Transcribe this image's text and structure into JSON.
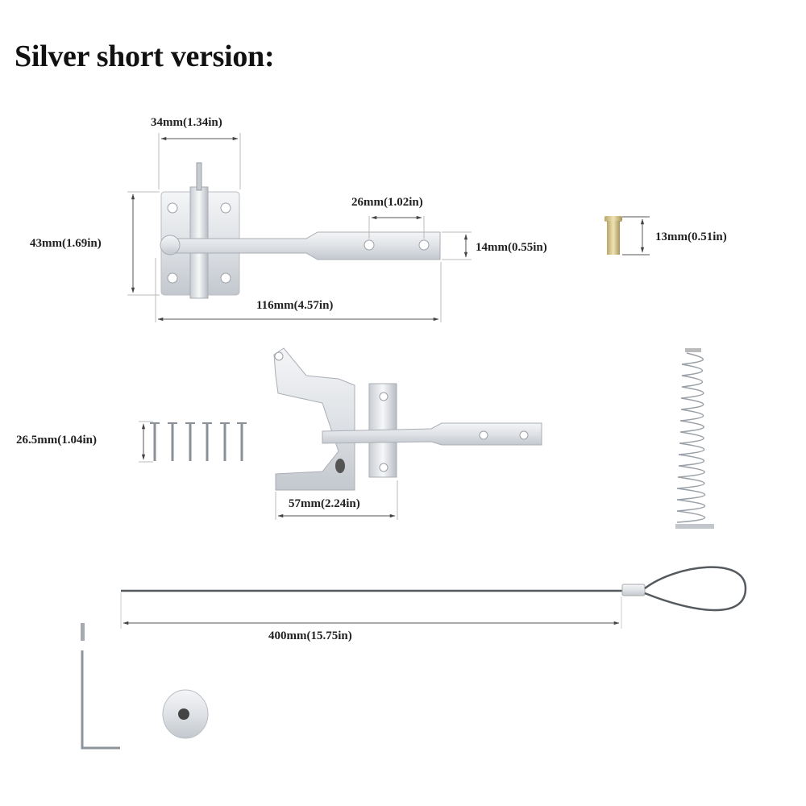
{
  "title": "Silver short version:",
  "parts": {
    "gate_latch_bar": {
      "dimensions": {
        "plate_width": "34mm(1.34in)",
        "plate_height": "43mm(1.69in)",
        "hole_spacing": "26mm(1.02in)",
        "bar_width": "14mm(0.55in)",
        "total_length": "116mm(4.57in)"
      }
    },
    "brass_pin": {
      "dimensions": {
        "height": "13mm(0.51in)"
      }
    },
    "screws": {
      "count": 6,
      "dimensions": {
        "length": "26.5mm(1.04in)"
      }
    },
    "latch_body": {
      "dimensions": {
        "width": "57mm(2.24in)"
      }
    },
    "spring": {},
    "pull_cable": {
      "dimensions": {
        "length": "400mm(15.75in)"
      }
    },
    "hex_key": {},
    "washer": {}
  },
  "colors": {
    "metal": "#e3e6ea",
    "metal_shadow": "#b9bec5",
    "brass": "#d8c98f",
    "cable": "#555a5f",
    "dim_line": "#555555"
  }
}
